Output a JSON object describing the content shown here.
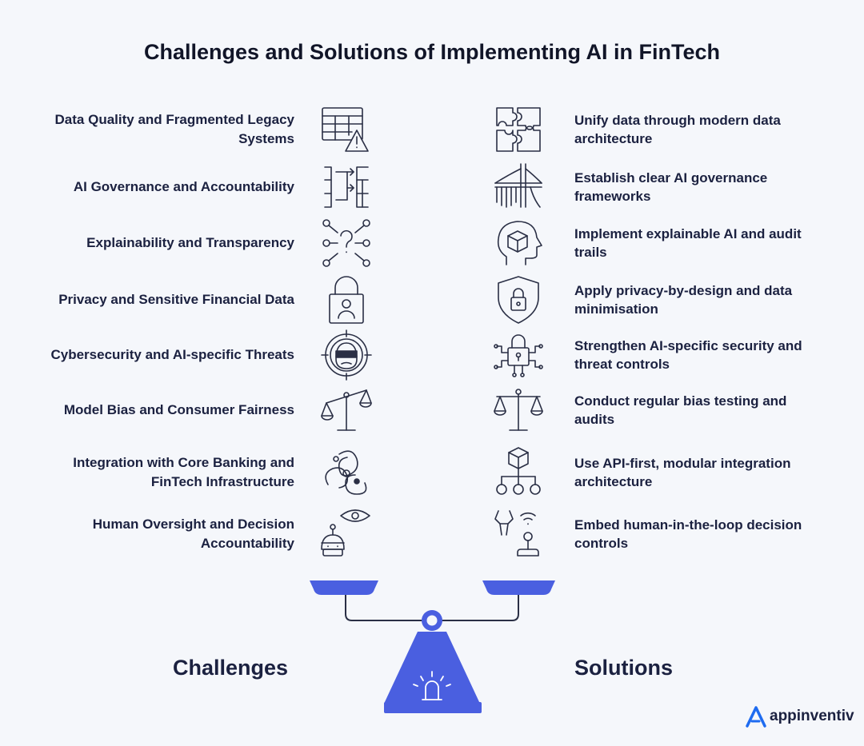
{
  "title": "Challenges and Solutions of Implementing AI in FinTech",
  "rows": [
    {
      "challenge": "Data Quality and Fragmented Legacy Systems",
      "challenge_icon": "table-warning-icon",
      "solution": "Unify data through modern data architecture",
      "solution_icon": "puzzle-icon"
    },
    {
      "challenge": "AI Governance and Accountability",
      "challenge_icon": "flow-grid-icon",
      "solution": "Establish clear AI governance frameworks",
      "solution_icon": "bridge-icon"
    },
    {
      "challenge": "Explainability and Transparency",
      "challenge_icon": "question-network-icon",
      "solution": "Implement explainable AI and audit trails",
      "solution_icon": "head-cube-icon"
    },
    {
      "challenge": "Privacy and Sensitive Financial Data",
      "challenge_icon": "lock-user-icon",
      "solution": "Apply privacy-by-design and data minimisation",
      "solution_icon": "shield-lock-icon"
    },
    {
      "challenge": "Cybersecurity and AI-specific Threats",
      "challenge_icon": "hacker-target-icon",
      "solution": "Strengthen AI-specific security and threat controls",
      "solution_icon": "lock-circuit-icon"
    },
    {
      "challenge": "Model Bias and Consumer Fairness",
      "challenge_icon": "unbalanced-scale-icon",
      "solution": "Conduct regular bias testing and audits",
      "solution_icon": "balanced-scale-icon"
    },
    {
      "challenge": "Integration with Core Banking and FinTech Infrastructure",
      "challenge_icon": "integration-knot-icon",
      "solution": "Use API-first, modular integration architecture",
      "solution_icon": "cube-hierarchy-icon"
    },
    {
      "challenge": "Human Oversight and Decision Accountability",
      "challenge_icon": "robot-eye-icon",
      "solution": "Embed human-in-the-loop decision controls",
      "solution_icon": "robot-arm-icon"
    }
  ],
  "labels": {
    "challenges": "Challenges",
    "solutions": "Solutions"
  },
  "brand": {
    "name": "appinventiv"
  },
  "colors": {
    "accent": "#4a5fe0",
    "text": "#1b2140",
    "background": "#f5f7fb"
  }
}
